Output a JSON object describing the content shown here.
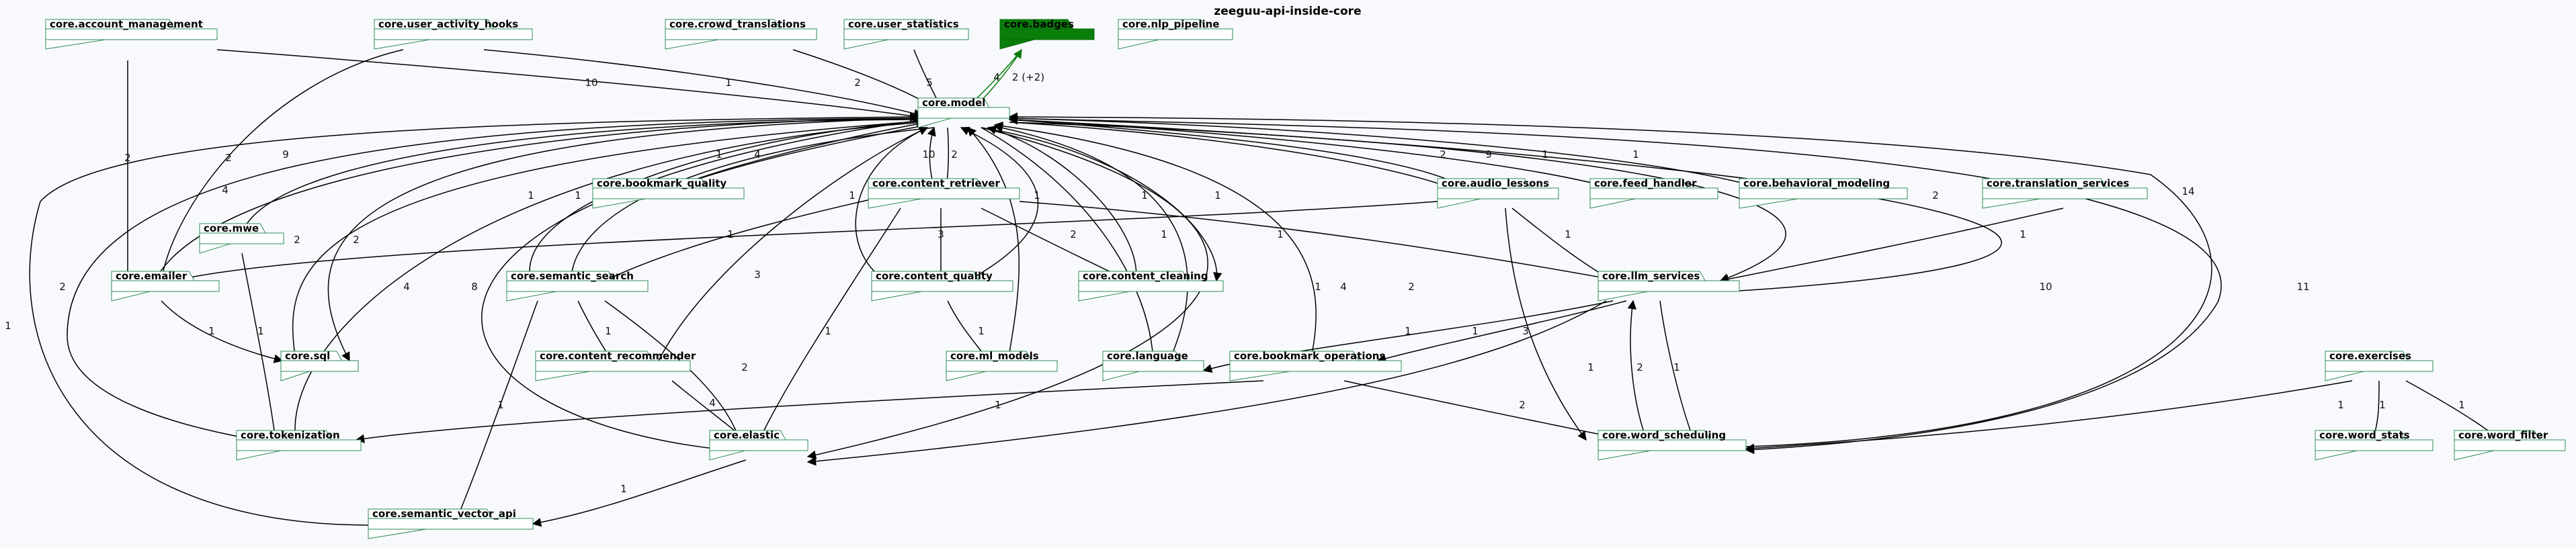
{
  "title": "zeeguu-api-inside-core",
  "colors": {
    "background": "#f8f9fd",
    "package_border": "#2e8b57",
    "highlight_fill": "#0a7d0a",
    "highlight_edge": "#0a7d0a",
    "edge": "#000000"
  },
  "packages": [
    {
      "id": "account_management",
      "label": "core.account_management",
      "highlight": false
    },
    {
      "id": "user_activity_hooks",
      "label": "core.user_activity_hooks",
      "highlight": false
    },
    {
      "id": "crowd_translations",
      "label": "core.crowd_translations",
      "highlight": false
    },
    {
      "id": "user_statistics",
      "label": "core.user_statistics",
      "highlight": false
    },
    {
      "id": "badges",
      "label": "core.badges",
      "highlight": true
    },
    {
      "id": "nlp_pipeline",
      "label": "core.nlp_pipeline",
      "highlight": false
    },
    {
      "id": "model",
      "label": "core.model",
      "highlight": false
    },
    {
      "id": "bookmark_quality",
      "label": "core.bookmark_quality",
      "highlight": false
    },
    {
      "id": "content_retriever",
      "label": "core.content_retriever",
      "highlight": false
    },
    {
      "id": "audio_lessons",
      "label": "core.audio_lessons",
      "highlight": false
    },
    {
      "id": "feed_handler",
      "label": "core.feed_handler",
      "highlight": false
    },
    {
      "id": "behavioral_modeling",
      "label": "core.behavioral_modeling",
      "highlight": false
    },
    {
      "id": "translation_services",
      "label": "core.translation_services",
      "highlight": false
    },
    {
      "id": "mwe",
      "label": "core.mwe",
      "highlight": false
    },
    {
      "id": "emailer",
      "label": "core.emailer",
      "highlight": false
    },
    {
      "id": "semantic_search",
      "label": "core.semantic_search",
      "highlight": false
    },
    {
      "id": "content_quality",
      "label": "core.content_quality",
      "highlight": false
    },
    {
      "id": "content_cleaning",
      "label": "core.content_cleaning",
      "highlight": false
    },
    {
      "id": "llm_services",
      "label": "core.llm_services",
      "highlight": false
    },
    {
      "id": "sql",
      "label": "core.sql",
      "highlight": false
    },
    {
      "id": "content_recommender",
      "label": "core.content_recommender",
      "highlight": false
    },
    {
      "id": "ml_models",
      "label": "core.ml_models",
      "highlight": false
    },
    {
      "id": "language",
      "label": "core.language",
      "highlight": false
    },
    {
      "id": "bookmark_operations",
      "label": "core.bookmark_operations",
      "highlight": false
    },
    {
      "id": "exercises",
      "label": "core.exercises",
      "highlight": false
    },
    {
      "id": "tokenization",
      "label": "core.tokenization",
      "highlight": false
    },
    {
      "id": "elastic",
      "label": "core.elastic",
      "highlight": false
    },
    {
      "id": "word_scheduling",
      "label": "core.word_scheduling",
      "highlight": false
    },
    {
      "id": "word_stats",
      "label": "core.word_stats",
      "highlight": false
    },
    {
      "id": "word_filter",
      "label": "core.word_filter",
      "highlight": false
    },
    {
      "id": "semantic_vector_api",
      "label": "core.semantic_vector_api",
      "highlight": false
    }
  ],
  "edges": [
    {
      "from": "account_management",
      "to": "model",
      "label": "10"
    },
    {
      "from": "account_management",
      "to": "emailer",
      "label": "2"
    },
    {
      "from": "user_activity_hooks",
      "to": "model",
      "label": "1"
    },
    {
      "from": "user_activity_hooks",
      "to": "emailer",
      "label": "2"
    },
    {
      "from": "crowd_translations",
      "to": "model",
      "label": "2"
    },
    {
      "from": "user_statistics",
      "to": "model",
      "label": "5"
    },
    {
      "from": "badges",
      "to": "model",
      "label": "4",
      "highlight": true
    },
    {
      "from": "model",
      "to": "badges",
      "label": "2 (+2)",
      "highlight": true
    },
    {
      "from": "bookmark_quality",
      "to": "model",
      "label": "4"
    },
    {
      "from": "model",
      "to": "bookmark_quality",
      "label": "1"
    },
    {
      "from": "content_retriever",
      "to": "model",
      "label": "10"
    },
    {
      "from": "model",
      "to": "content_retriever",
      "label": "2"
    },
    {
      "from": "content_retriever",
      "to": "semantic_search",
      "label": "1"
    },
    {
      "from": "content_retriever",
      "to": "content_quality",
      "label": "3"
    },
    {
      "from": "content_retriever",
      "to": "content_cleaning",
      "label": "2"
    },
    {
      "from": "content_retriever",
      "to": "llm_services",
      "label": "1"
    },
    {
      "from": "content_retriever",
      "to": "elastic",
      "label": "1"
    },
    {
      "from": "audio_lessons",
      "to": "model",
      "label": "9"
    },
    {
      "from": "model",
      "to": "audio_lessons",
      "label": "2"
    },
    {
      "from": "audio_lessons",
      "to": "llm_services",
      "label": "1"
    },
    {
      "from": "audio_lessons",
      "to": "word_scheduling",
      "label": "3"
    },
    {
      "from": "audio_lessons",
      "to": "emailer",
      "label": "1"
    },
    {
      "from": "model",
      "to": "feed_handler",
      "label": "1"
    },
    {
      "from": "model",
      "to": "behavioral_modeling",
      "label": "1"
    },
    {
      "from": "translation_services",
      "to": "llm_services",
      "label": "1"
    },
    {
      "from": "model",
      "to": "mwe",
      "label": "9"
    },
    {
      "from": "mwe",
      "to": "tokenization",
      "label": "1"
    },
    {
      "from": "emailer",
      "to": "model",
      "label": "4"
    },
    {
      "from": "emailer",
      "to": "sql",
      "label": "1"
    },
    {
      "from": "model",
      "to": "tokenization",
      "label": "2"
    },
    {
      "from": "semantic_search",
      "to": "model",
      "label": "1"
    },
    {
      "from": "model",
      "to": "semantic_search",
      "label": "1"
    },
    {
      "from": "semantic_search",
      "to": "content_recommender",
      "label": "1"
    },
    {
      "from": "semantic_search",
      "to": "elastic",
      "label": "2"
    },
    {
      "from": "semantic_search",
      "to": "semantic_vector_api",
      "label": "1"
    },
    {
      "from": "model",
      "to": "content_quality",
      "label": "1"
    },
    {
      "from": "content_quality",
      "to": "model",
      "label": "1"
    },
    {
      "from": "content_quality",
      "to": "ml_models",
      "label": "1"
    },
    {
      "from": "content_cleaning",
      "to": "model",
      "label": "1"
    },
    {
      "from": "model",
      "to": "content_cleaning",
      "label": "1"
    },
    {
      "from": "llm_services",
      "to": "model",
      "label": "14"
    },
    {
      "from": "model",
      "to": "llm_services",
      "label": "2"
    },
    {
      "from": "llm_services",
      "to": "language",
      "label": "1"
    },
    {
      "from": "llm_services",
      "to": "bookmark_operations",
      "label": "1"
    },
    {
      "from": "llm_services",
      "to": "elastic",
      "label": "1"
    },
    {
      "from": "llm_services",
      "to": "word_scheduling",
      "label": "1"
    },
    {
      "from": "word_scheduling",
      "to": "llm_services",
      "label": "2"
    },
    {
      "from": "sql",
      "to": "model",
      "label": "2"
    },
    {
      "from": "model",
      "to": "sql",
      "label": "2"
    },
    {
      "from": "content_recommender",
      "to": "model",
      "label": "3"
    },
    {
      "from": "content_recommender",
      "to": "elastic",
      "label": "4"
    },
    {
      "from": "ml_models",
      "to": "model",
      "label": "1"
    },
    {
      "from": "model",
      "to": "language",
      "label": "3"
    },
    {
      "from": "bookmark_operations",
      "to": "model",
      "label": "4"
    },
    {
      "from": "language",
      "to": "model",
      "label": "1"
    },
    {
      "from": "bookmark_operations",
      "to": "tokenization",
      "label": "1"
    },
    {
      "from": "bookmark_operations",
      "to": "word_scheduling",
      "label": "2"
    },
    {
      "from": "exercises",
      "to": "word_scheduling",
      "label": "1"
    },
    {
      "from": "exercises",
      "to": "word_stats",
      "label": "1"
    },
    {
      "from": "exercises",
      "to": "word_filter",
      "label": "1"
    },
    {
      "from": "tokenization",
      "to": "model",
      "label": "4"
    },
    {
      "from": "elastic",
      "to": "model",
      "label": "8"
    },
    {
      "from": "model",
      "to": "elastic",
      "label": "2"
    },
    {
      "from": "word_scheduling",
      "to": "model",
      "label": "11"
    },
    {
      "from": "model",
      "to": "word_scheduling",
      "label": "10"
    },
    {
      "from": "elastic",
      "to": "semantic_vector_api",
      "label": "1"
    },
    {
      "from": "semantic_vector_api",
      "to": "model",
      "label": "1"
    }
  ]
}
